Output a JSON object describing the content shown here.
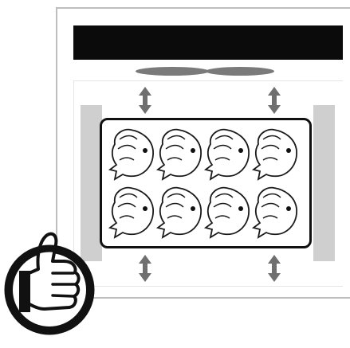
{
  "image": {
    "description_tag": "layout-diagram",
    "grid": {
      "rows": 2,
      "cols": 4
    },
    "colors": {
      "frame": "#bdbdbd",
      "header_bar": "#0b0b0b",
      "lens": "#7a7a7a",
      "side_bars": "#cfcfcf",
      "tray_border": "#111111",
      "ink": "#1a1a1a"
    },
    "icons": [
      "double-arrow-icon",
      "fish-icon",
      "thumbs-up-icon"
    ]
  }
}
